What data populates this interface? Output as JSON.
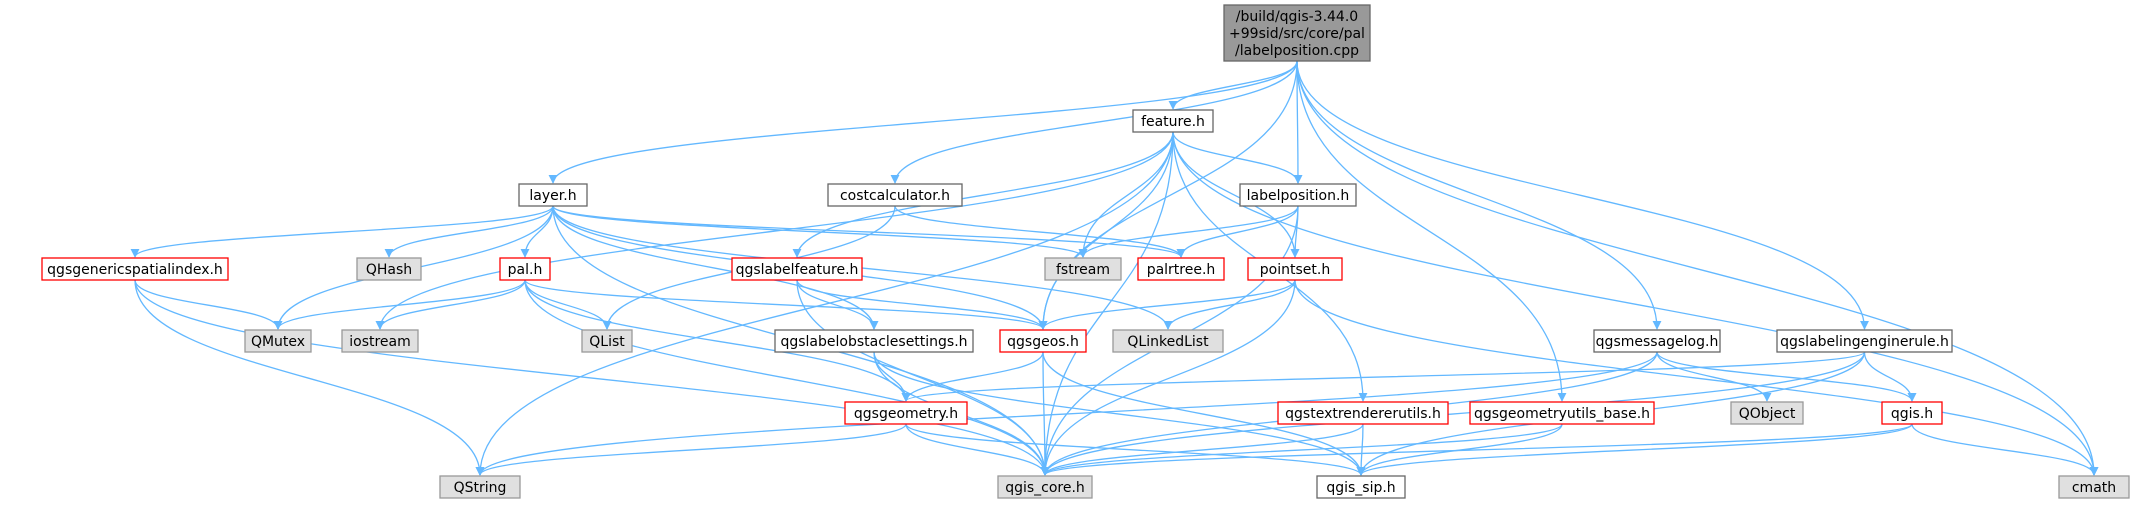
{
  "colors": {
    "edge": "#63b8ff",
    "root_fill": "#999999",
    "root_stroke": "#666666",
    "documented_fill": "#ffffff",
    "documented_stroke": "#666666",
    "external_fill": "#e0e0e0",
    "external_stroke": "#999999",
    "incomplete_fill": "#ffffff",
    "incomplete_stroke": "#ff0000"
  },
  "nodes": [
    {
      "id": "root",
      "lines": [
        "/build/qgis-3.44.0",
        "+99sid/src/core/pal",
        "/labelposition.cpp"
      ],
      "kind": "root"
    },
    {
      "id": "feature",
      "lines": [
        "feature.h"
      ],
      "kind": "documented"
    },
    {
      "id": "layer",
      "lines": [
        "layer.h"
      ],
      "kind": "documented"
    },
    {
      "id": "costcalculator",
      "lines": [
        "costcalculator.h"
      ],
      "kind": "documented"
    },
    {
      "id": "labelposition",
      "lines": [
        "labelposition.h"
      ],
      "kind": "documented"
    },
    {
      "id": "qgsgenericspatialindex",
      "lines": [
        "qgsgenericspatialindex.h"
      ],
      "kind": "incomplete"
    },
    {
      "id": "qhash",
      "lines": [
        "QHash"
      ],
      "kind": "external"
    },
    {
      "id": "pal",
      "lines": [
        "pal.h"
      ],
      "kind": "incomplete"
    },
    {
      "id": "qgslabelfeature",
      "lines": [
        "qgslabelfeature.h"
      ],
      "kind": "incomplete"
    },
    {
      "id": "fstream",
      "lines": [
        "fstream"
      ],
      "kind": "external"
    },
    {
      "id": "palrtree",
      "lines": [
        "palrtree.h"
      ],
      "kind": "incomplete"
    },
    {
      "id": "pointset",
      "lines": [
        "pointset.h"
      ],
      "kind": "incomplete"
    },
    {
      "id": "qmutex",
      "lines": [
        "QMutex"
      ],
      "kind": "external"
    },
    {
      "id": "iostream",
      "lines": [
        "iostream"
      ],
      "kind": "external"
    },
    {
      "id": "qlist",
      "lines": [
        "QList"
      ],
      "kind": "external"
    },
    {
      "id": "qgslabelobstaclesettings",
      "lines": [
        "qgslabelobstaclesettings.h"
      ],
      "kind": "documented"
    },
    {
      "id": "qgsgeos",
      "lines": [
        "qgsgeos.h"
      ],
      "kind": "incomplete"
    },
    {
      "id": "qlinkedlist",
      "lines": [
        "QLinkedList"
      ],
      "kind": "external"
    },
    {
      "id": "qgsmessagelog",
      "lines": [
        "qgsmessagelog.h"
      ],
      "kind": "documented"
    },
    {
      "id": "qgslabelingenginerule",
      "lines": [
        "qgslabelingenginerule.h"
      ],
      "kind": "documented"
    },
    {
      "id": "qobject",
      "lines": [
        "QObject"
      ],
      "kind": "external"
    },
    {
      "id": "qgsgeometry",
      "lines": [
        "qgsgeometry.h"
      ],
      "kind": "incomplete"
    },
    {
      "id": "qgstextrendererutils",
      "lines": [
        "qgstextrendererutils.h"
      ],
      "kind": "incomplete"
    },
    {
      "id": "qgsgeometryutils_base",
      "lines": [
        "qgsgeometryutils_base.h"
      ],
      "kind": "incomplete"
    },
    {
      "id": "qgis",
      "lines": [
        "qgis.h"
      ],
      "kind": "incomplete"
    },
    {
      "id": "qstring",
      "lines": [
        "QString"
      ],
      "kind": "external"
    },
    {
      "id": "qgis_core",
      "lines": [
        "qgis_core.h"
      ],
      "kind": "external"
    },
    {
      "id": "qgis_sip",
      "lines": [
        "qgis_sip.h"
      ],
      "kind": "documented"
    },
    {
      "id": "cmath",
      "lines": [
        "cmath"
      ],
      "kind": "external"
    }
  ],
  "edges": [
    [
      "root",
      "feature"
    ],
    [
      "root",
      "layer"
    ],
    [
      "root",
      "costcalculator"
    ],
    [
      "root",
      "labelposition"
    ],
    [
      "root",
      "qgsgeos"
    ],
    [
      "root",
      "qgsmessagelog"
    ],
    [
      "root",
      "qgslabelingenginerule"
    ],
    [
      "root",
      "qgsgeometryutils_base"
    ],
    [
      "root",
      "cmath"
    ],
    [
      "feature",
      "qstring"
    ],
    [
      "feature",
      "iostream"
    ],
    [
      "feature",
      "qgis_core"
    ],
    [
      "feature",
      "qgslabelfeature"
    ],
    [
      "feature",
      "fstream"
    ],
    [
      "feature",
      "labelposition"
    ],
    [
      "feature",
      "pointset"
    ],
    [
      "feature",
      "qgstextrendererutils"
    ],
    [
      "feature",
      "cmath"
    ],
    [
      "feature",
      "qgsgeos"
    ],
    [
      "layer",
      "qgsgenericspatialindex"
    ],
    [
      "layer",
      "qhash"
    ],
    [
      "layer",
      "pal"
    ],
    [
      "layer",
      "qmutex"
    ],
    [
      "layer",
      "qgis_core"
    ],
    [
      "layer",
      "qgslabelobstaclesettings"
    ],
    [
      "layer",
      "qgsgeos"
    ],
    [
      "layer",
      "fstream"
    ],
    [
      "layer",
      "qlinkedlist"
    ],
    [
      "layer",
      "palrtree"
    ],
    [
      "costcalculator",
      "qlist"
    ],
    [
      "costcalculator",
      "palrtree"
    ],
    [
      "labelposition",
      "fstream"
    ],
    [
      "labelposition",
      "palrtree"
    ],
    [
      "labelposition",
      "pointset"
    ],
    [
      "labelposition",
      "qgis_core"
    ],
    [
      "qgsgenericspatialindex",
      "qmutex"
    ],
    [
      "qgsgenericspatialindex",
      "qstring"
    ],
    [
      "qgsgenericspatialindex",
      "qgis_core"
    ],
    [
      "pal",
      "qmutex"
    ],
    [
      "pal",
      "iostream"
    ],
    [
      "pal",
      "qlist"
    ],
    [
      "pal",
      "qgsgeos"
    ],
    [
      "pal",
      "qgsgeometry"
    ],
    [
      "pal",
      "qgis_core"
    ],
    [
      "qgslabelfeature",
      "qgslabelobstaclesettings"
    ],
    [
      "qgslabelfeature",
      "qgsgeos"
    ],
    [
      "qgslabelfeature",
      "qgis_core"
    ],
    [
      "pointset",
      "qgsgeos"
    ],
    [
      "pointset",
      "qlinkedlist"
    ],
    [
      "pointset",
      "qgis_core"
    ],
    [
      "pointset",
      "cmath"
    ],
    [
      "qgslabelobstaclesettings",
      "qgsgeometry"
    ],
    [
      "qgslabelobstaclesettings",
      "qgis_core"
    ],
    [
      "qgslabelobstaclesettings",
      "qgis_sip"
    ],
    [
      "qgsgeos",
      "qgsgeometry"
    ],
    [
      "qgsgeos",
      "qgis_core"
    ],
    [
      "qgsgeos",
      "qgis_sip"
    ],
    [
      "qgsmessagelog",
      "qobject"
    ],
    [
      "qgsmessagelog",
      "qgis"
    ],
    [
      "qgsmessagelog",
      "qgis_core"
    ],
    [
      "qgsmessagelog",
      "qstring"
    ],
    [
      "qgslabelingenginerule",
      "qgsgeometry"
    ],
    [
      "qgslabelingenginerule",
      "qgis"
    ],
    [
      "qgslabelingenginerule",
      "qgis_core"
    ],
    [
      "qgslabelingenginerule",
      "qgis_sip"
    ],
    [
      "qgsgeometry",
      "qstring"
    ],
    [
      "qgsgeometry",
      "qgis_core"
    ],
    [
      "qgsgeometry",
      "qgis_sip"
    ],
    [
      "qgstextrendererutils",
      "qgis_core"
    ],
    [
      "qgstextrendererutils",
      "qgis_sip"
    ],
    [
      "qgsgeometryutils_base",
      "qgis_core"
    ],
    [
      "qgsgeometryutils_base",
      "qgis_sip"
    ],
    [
      "qgis",
      "qgis_core"
    ],
    [
      "qgis",
      "qgis_sip"
    ],
    [
      "qgis",
      "cmath"
    ]
  ]
}
